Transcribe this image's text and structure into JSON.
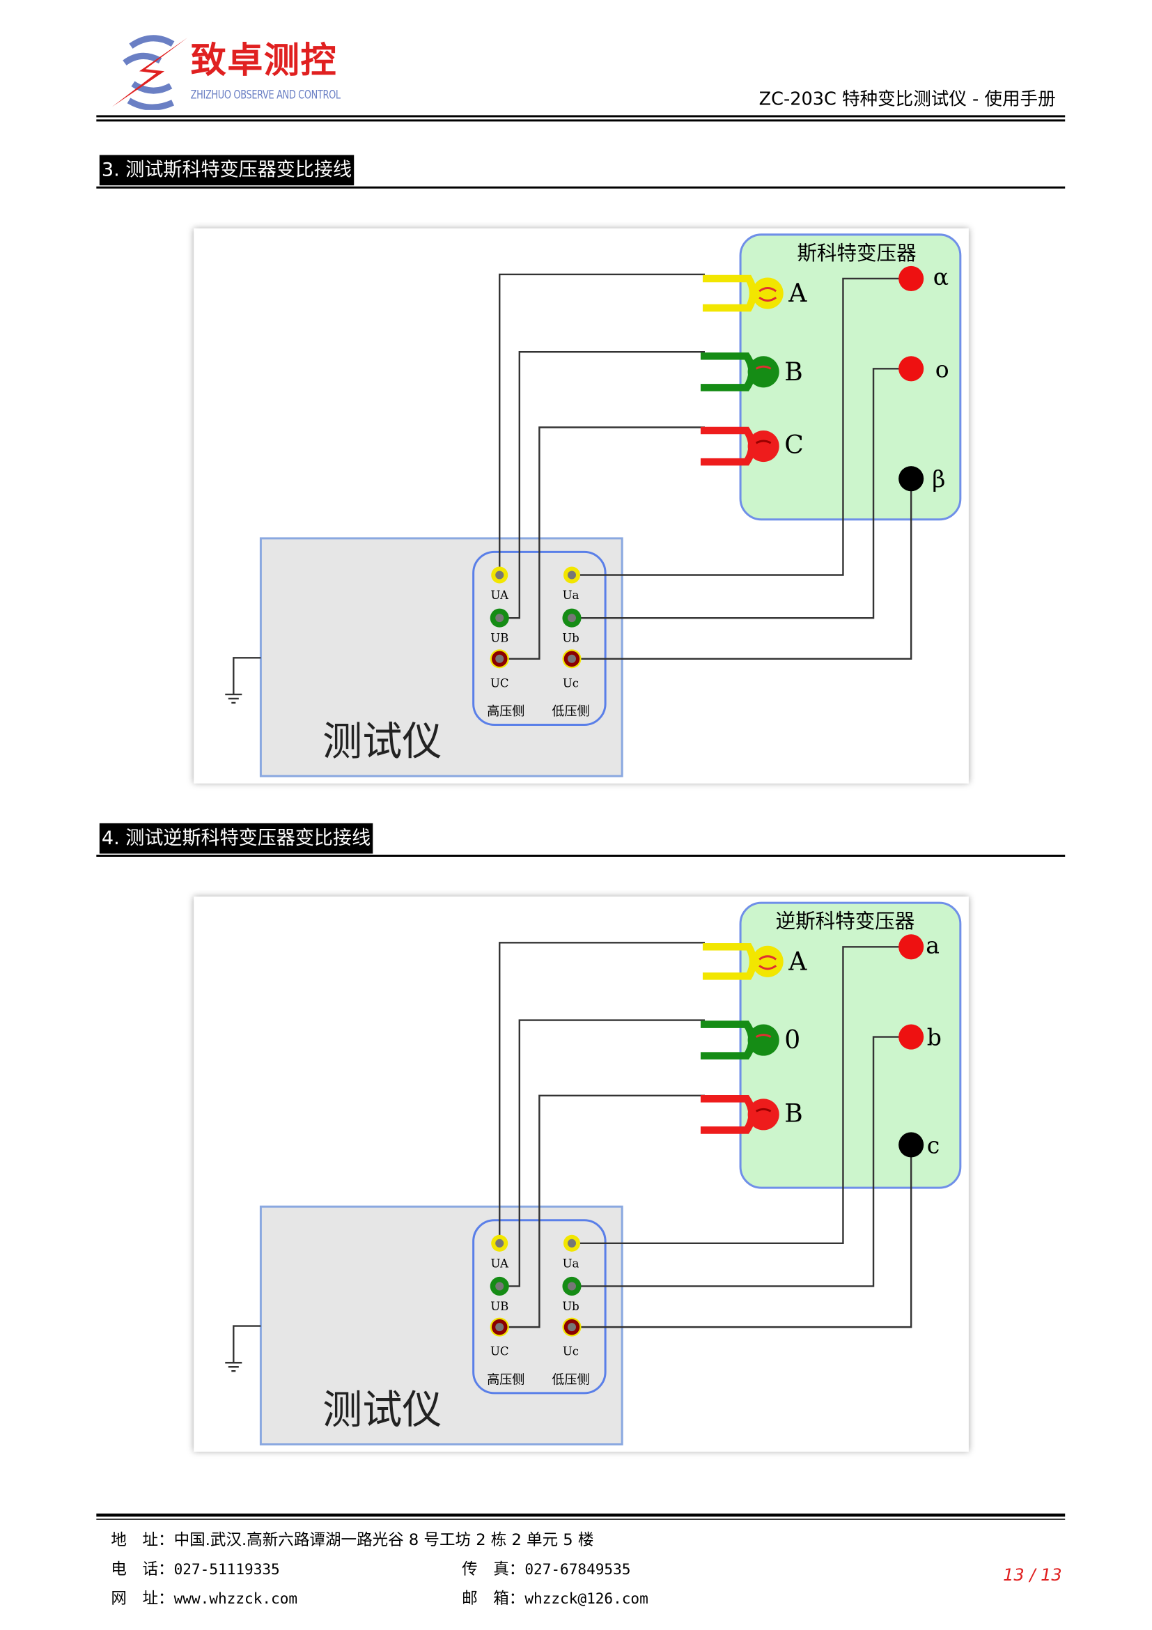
{
  "header": {
    "logo_cn": "致卓测控",
    "logo_en": "ZHIZHUO OBSERVE AND CONTROL",
    "doc_title": "ZC-203C 特种变比测试仪 - 使用手册"
  },
  "sections": [
    {
      "heading": "3. 测试斯科特变压器变比接线",
      "transformer_title": "斯科特变压器",
      "hv_terminals": [
        "A",
        "B",
        "C"
      ],
      "lv_terminals": [
        "α",
        "o",
        "β"
      ],
      "tester": {
        "name": "测试仪",
        "hv_labels": [
          "UA",
          "UB",
          "UC"
        ],
        "lv_labels": [
          "Ua",
          "Ub",
          "Uc"
        ],
        "hv_side": "高压侧",
        "lv_side": "低压侧"
      }
    },
    {
      "heading": "4. 测试逆斯科特变压器变比接线",
      "transformer_title": "逆斯科特变压器",
      "hv_terminals": [
        "A",
        "0",
        "B"
      ],
      "lv_terminals": [
        "a",
        "b",
        "c"
      ],
      "tester": {
        "name": "测试仪",
        "hv_labels": [
          "UA",
          "UB",
          "UC"
        ],
        "lv_labels": [
          "Ua",
          "Ub",
          "Uc"
        ],
        "hv_side": "高压侧",
        "lv_side": "低压侧"
      }
    }
  ],
  "footer": {
    "address_label": "地　址：",
    "address": "中国.武汉.高新六路谭湖一路光谷 8 号工坊 2 栋 2 单元 5 楼",
    "phone_label": "电　话：",
    "phone": "027-51119335",
    "fax_label": "传　真：",
    "fax": "027-67849535",
    "web_label": "网　址：",
    "web": "www.whzzck.com",
    "email_label": "邮　箱：",
    "email": "whzzck@126.com",
    "page_number": "13 / 13"
  },
  "colors": {
    "brand_red": "#e02020",
    "brand_blue": "#6a7fc4",
    "transformer_bg": "#ccf5cc",
    "tester_bg": "#e6e6e6"
  }
}
